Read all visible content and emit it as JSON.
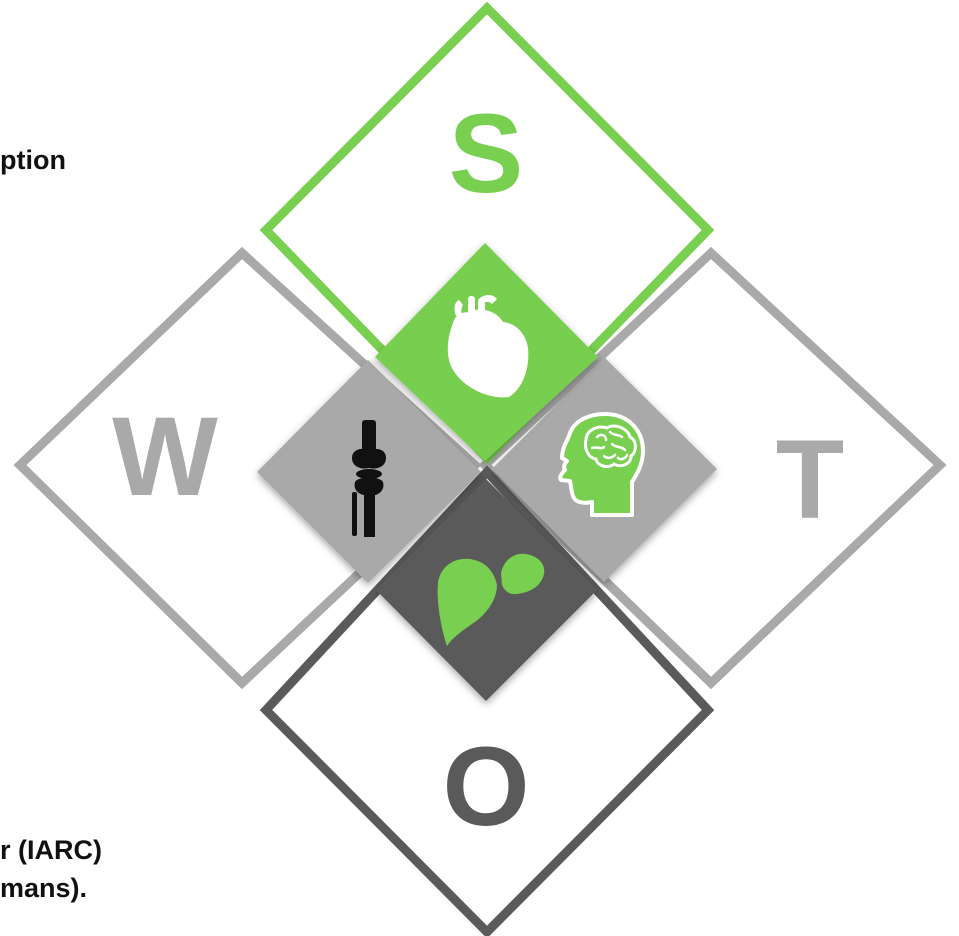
{
  "left_text": {
    "top_fragment": "ption",
    "bottom_fragment_line1": "r (IARC)",
    "bottom_fragment_line2": "mans)."
  },
  "swot": {
    "strengths_letter": "S",
    "weaknesses_letter": "W",
    "threats_letter": "T",
    "opportunities_letter": "O",
    "colors": {
      "green": "#78cf50",
      "light_gray": "#a9a9a9",
      "dark_gray": "#5a5a5a"
    },
    "icons": {
      "heart": "heart-icon",
      "knee": "knee-joint-icon",
      "brain": "head-brain-icon",
      "liver": "liver-icon"
    }
  }
}
